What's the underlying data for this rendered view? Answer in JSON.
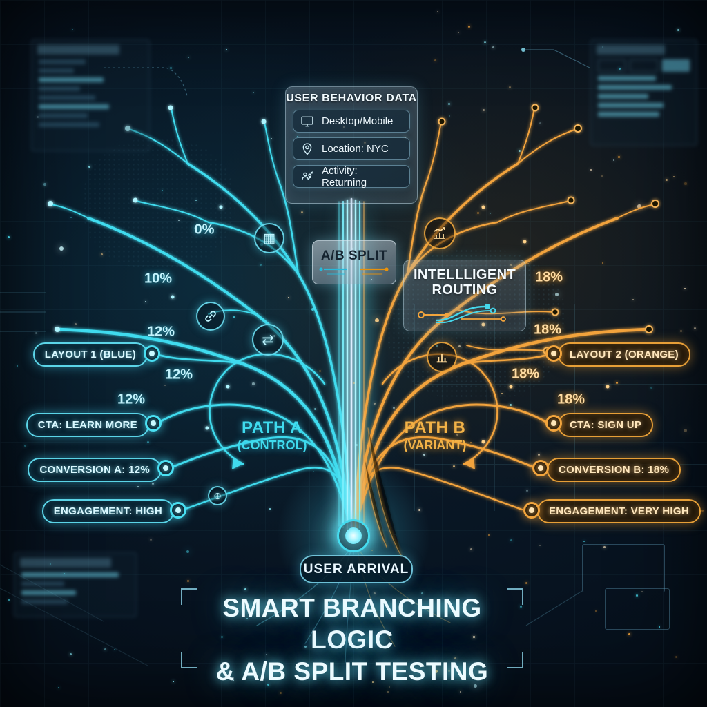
{
  "title": {
    "line1": "SMART BRANCHING LOGIC",
    "line2": "& A/B SPLIT TESTING"
  },
  "arrival": {
    "label": "USER ARRIVAL"
  },
  "behavior_panel": {
    "title": "USER BEHAVIOR DATA",
    "rows": [
      {
        "icon": "monitor-icon",
        "label": "Desktop/Mobile"
      },
      {
        "icon": "location-pin-icon",
        "label": "Location: NYC"
      },
      {
        "icon": "returning-user-icon",
        "label": "Activity: Returning"
      }
    ]
  },
  "split_box": {
    "label": "A/B SPLIT"
  },
  "routing_panel": {
    "line1": "INTELLLIGENT",
    "line2": "ROUTING"
  },
  "paths": {
    "a": {
      "name": "PATH A",
      "sub": "(CONTROL)"
    },
    "b": {
      "name": "PATH B",
      "sub": "(VARIANT)"
    }
  },
  "left_branch": {
    "color": "#45e0f2",
    "percents": [
      "0%",
      "10%",
      "12%",
      "12%",
      "12%"
    ],
    "labels": [
      "LAYOUT 1 (BLUE)",
      "CTA: LEARN MORE",
      "CONVERSION A: 12%",
      "ENGAGEMENT: HIGH"
    ]
  },
  "right_branch": {
    "color": "#f2a43c",
    "percents": [
      "18%",
      "18%",
      "18%",
      "18%"
    ],
    "labels": [
      "LAYOUT 2 (ORANGE)",
      "CTA: SIGN UP",
      "CONVERSION B: 18%",
      "ENGAGEMENT: VERY HIGH"
    ]
  },
  "tree_icons": {
    "grid_glyph": "▦",
    "swap_glyph": "⇄",
    "target_glyph": "⊕"
  }
}
